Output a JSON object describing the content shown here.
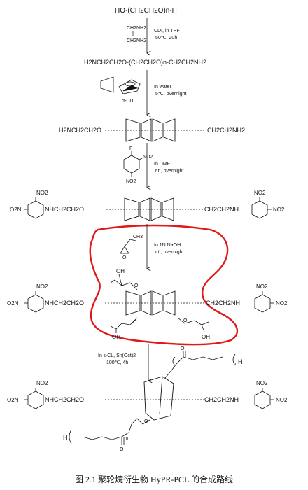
{
  "reactant": "HO-(CH2CH2O)n-H",
  "reagent_ethylenediamine_top": "CH2NH2",
  "reagent_ethylenediamine_bottom": "CH2NH2",
  "step1_conditions": [
    "CDI, in THF",
    "50℃, 20h"
  ],
  "intermediate1": "H2NCH2CH2O-(CH2CH2O)n-CH2CH2NH2",
  "alpha_cd_label": "α-CD",
  "step2_conditions": [
    "In water",
    "5℃, overnight"
  ],
  "intermediate2_left": "H2NCH2CH2O",
  "intermediate2_right": "CH2CH2NH2",
  "reagent_fdnb_f": "F",
  "reagent_fdnb_no2_a": "NO2",
  "reagent_fdnb_no2_b": "NO2",
  "step3_conditions": [
    "In DMF",
    "r.t., overnight"
  ],
  "dnp_linker_left": "NHCH2CH2O",
  "dnp_linker_right": "CH2CH2NH",
  "dnp_label_o2n": "O2N",
  "dnp_label_no2": "NO2",
  "reagent_propylene_oxide_ch3": "CH3",
  "step4_conditions": [
    "In 1N NaOH",
    "r.t., overnight"
  ],
  "hydroxy_label": "OH",
  "step5_conditions": [
    "In ε-CL, Sn(Oct)2",
    "100℃, 4h"
  ],
  "pcl_end_h": "H",
  "pcl_subscript_m": "m",
  "caption": "图 2.1  聚轮烷衍生物 HyPR-PCL 的合成路线",
  "highlight_color": "#e01818"
}
